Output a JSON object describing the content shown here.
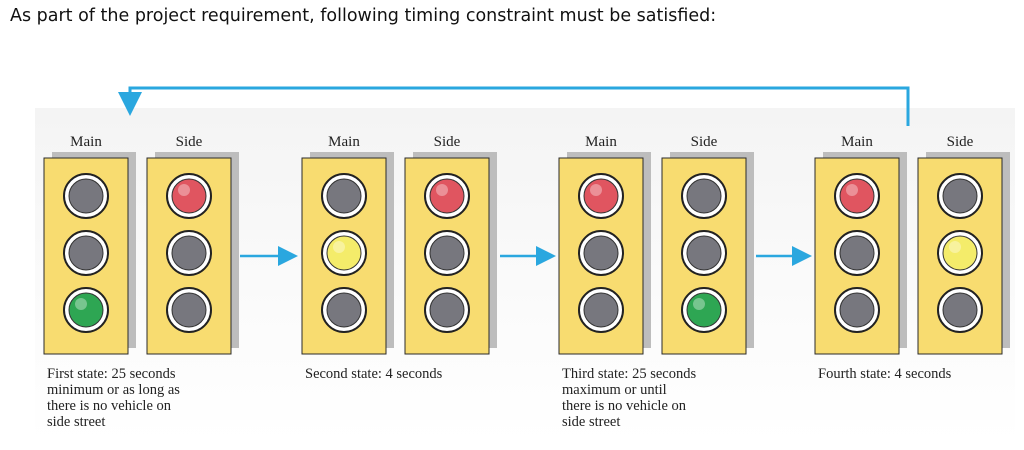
{
  "heading": "As part of the project requirement, following timing constraint must be satisfied:",
  "colors": {
    "red": "#e05560",
    "yellow": "#f4ec6a",
    "green": "#2ea653",
    "off": "#77777e",
    "housing": "#f8dc70",
    "arrow": "#2aa7df"
  },
  "states": [
    {
      "caption": "First state: 25 seconds\nminimum or as long as\nthere is no vehicle on\nside street",
      "lights": [
        {
          "label": "Main",
          "lit": "green"
        },
        {
          "label": "Side",
          "lit": "red"
        }
      ]
    },
    {
      "caption": "Second state: 4 seconds",
      "lights": [
        {
          "label": "Main",
          "lit": "yellow"
        },
        {
          "label": "Side",
          "lit": "red"
        }
      ]
    },
    {
      "caption": "Third state: 25 seconds\nmaximum or until\nthere is no vehicle on\nside street",
      "lights": [
        {
          "label": "Main",
          "lit": "red"
        },
        {
          "label": "Side",
          "lit": "green"
        }
      ]
    },
    {
      "caption": "Fourth state: 4 seconds",
      "lights": [
        {
          "label": "Main",
          "lit": "red"
        },
        {
          "label": "Side",
          "lit": "yellow"
        }
      ]
    }
  ]
}
